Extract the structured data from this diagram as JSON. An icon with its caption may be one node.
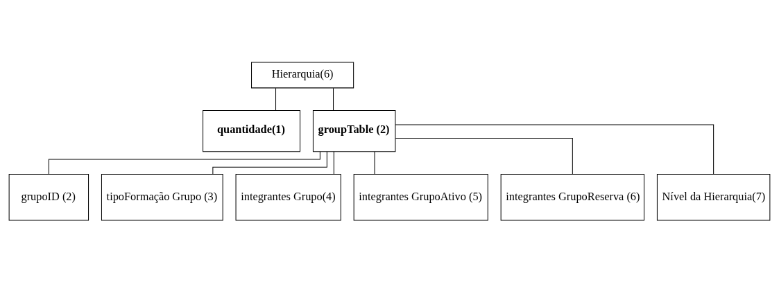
{
  "diagram": {
    "nodes": [
      {
        "text": [
          "Hierarquia(6)"
        ]
      },
      {
        "text": [
          "quantidade(1)"
        ]
      },
      {
        "text": [
          "groupTable (2)"
        ]
      },
      {
        "text": [
          "grupoID (2)"
        ]
      },
      {
        "text": [
          "tipoFormação Grupo (3)"
        ]
      },
      {
        "text": [
          "integrantes Grupo(4)"
        ]
      },
      {
        "text": [
          "integrantes GrupoAtivo (5)"
        ]
      },
      {
        "text": [
          "integrantes GrupoReserva (6)"
        ]
      },
      {
        "text": [
          "Nível da Hierarquia(7)"
        ]
      }
    ],
    "edges": [
      {
        "from": 0,
        "to": 1,
        "arrow": "none"
      },
      {
        "from": 0,
        "to": 2,
        "arrow": "none"
      },
      {
        "from": 2,
        "to": 3,
        "arrow": "none"
      },
      {
        "from": 2,
        "to": 4,
        "arrow": "none"
      },
      {
        "from": 2,
        "to": 5,
        "arrow": "none"
      },
      {
        "from": 2,
        "to": 6,
        "arrow": "none"
      },
      {
        "from": 2,
        "to": 7,
        "arrow": "none"
      },
      {
        "from": 2,
        "to": 8,
        "arrow": "none"
      }
    ]
  }
}
